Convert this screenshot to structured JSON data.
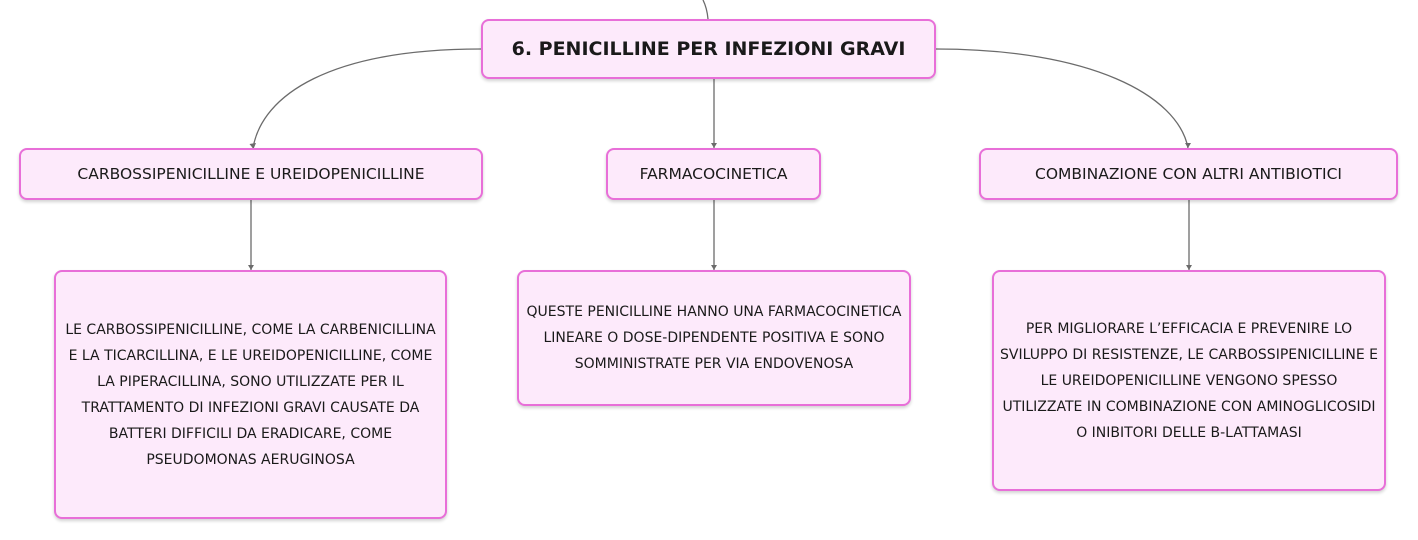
{
  "root": {
    "title": "6. PENICILLINE PER INFEZIONI GRAVI"
  },
  "topics": [
    {
      "label": "CARBOSSIPENICILLINE E UREIDOPENICILLINE",
      "detail": "LE CARBOSSIPENICILLINE, COME LA CARBENICILLINA E LA TICARCILLINA, E LE UREIDOPENICILLINE, COME LA PIPERACILLINA, SONO UTILIZZATE PER IL TRATTAMENTO DI INFEZIONI GRAVI CAUSATE DA BATTERI DIFFICILI DA ERADICARE, COME PSEUDOMONAS AERUGINOSA"
    },
    {
      "label": "FARMACOCINETICA",
      "detail": "QUESTE PENICILLINE HANNO UNA FARMACOCINETICA LINEARE O DOSE-DIPENDENTE POSITIVA E SONO SOMMINISTRATE PER VIA ENDOVENOSA"
    },
    {
      "label": "COMBINAZIONE CON ALTRI ANTIBIOTICI",
      "detail": "PER MIGLIORARE L’EFFICACIA E PREVENIRE LO SVILUPPO DI RESISTENZE, LE CARBOSSIPENICILLINE E LE UREIDOPENICILLINE VENGONO SPESSO UTILIZZATE IN COMBINAZIONE CON AMINOGLICOSIDI O INIBITORI DELLE Β-LATTAMASI"
    }
  ],
  "colors": {
    "node_fill": "#fdeafb",
    "node_border": "#e86fd8",
    "connector": "#6b6b6b"
  }
}
